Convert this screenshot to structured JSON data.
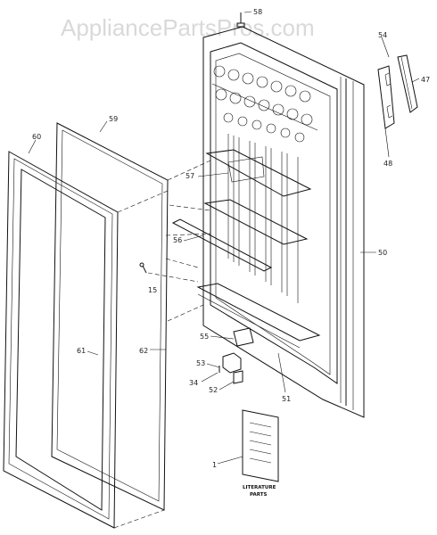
{
  "watermark": "AppliancePartsPros.com",
  "callouts": {
    "c58": "58",
    "c54": "54",
    "c47": "47",
    "c48": "48",
    "c59": "59",
    "c60": "60",
    "c57": "57",
    "c56": "56",
    "c15": "15",
    "c50": "50",
    "c61": "61",
    "c62": "62",
    "c55": "55",
    "c53": "53",
    "c34": "34",
    "c52": "52",
    "c51": "51",
    "c1": "1"
  },
  "literature": {
    "line1": "LITERATURE",
    "line2": "PARTS"
  }
}
